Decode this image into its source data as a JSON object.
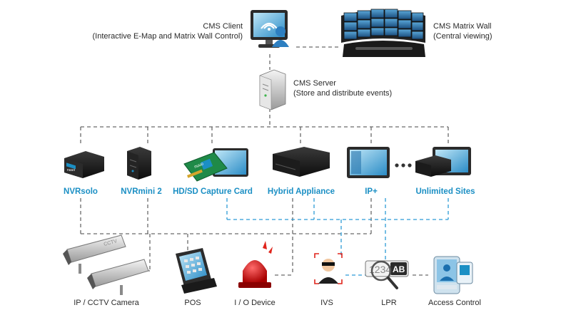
{
  "cms_client": {
    "title": "CMS Client",
    "subtitle": "(Interactive E-Map and Matrix Wall Control)"
  },
  "cms_matrix_wall": {
    "title": "CMS Matrix Wall",
    "subtitle": "(Central viewing)"
  },
  "cms_server": {
    "title": "CMS Server",
    "subtitle": "(Store and distribute events)"
  },
  "recorders": {
    "nvrsolo": "NVRsolo",
    "nvrmini2": "NVRmini 2",
    "capture_card": "HD/SD Capture Card",
    "hybrid_appliance": "Hybrid Appliance",
    "ip_plus": "IP+",
    "unlimited_sites": "Unlimited Sites"
  },
  "devices": {
    "ip_camera": "IP / CCTV Camera",
    "pos": "POS",
    "io_device": "I / O Device",
    "ivs": "IVS",
    "lpr": "LPR",
    "access_control": "Access Control"
  },
  "product_text": {
    "cctv": "CCTV",
    "nuuo": "nuuo",
    "plate_number": "1234",
    "plate_letters": "AB"
  },
  "colors": {
    "accent_blue": "#1b8fc4",
    "line_gray": "#6a6a6a",
    "line_blue": "#2c9bd6"
  }
}
